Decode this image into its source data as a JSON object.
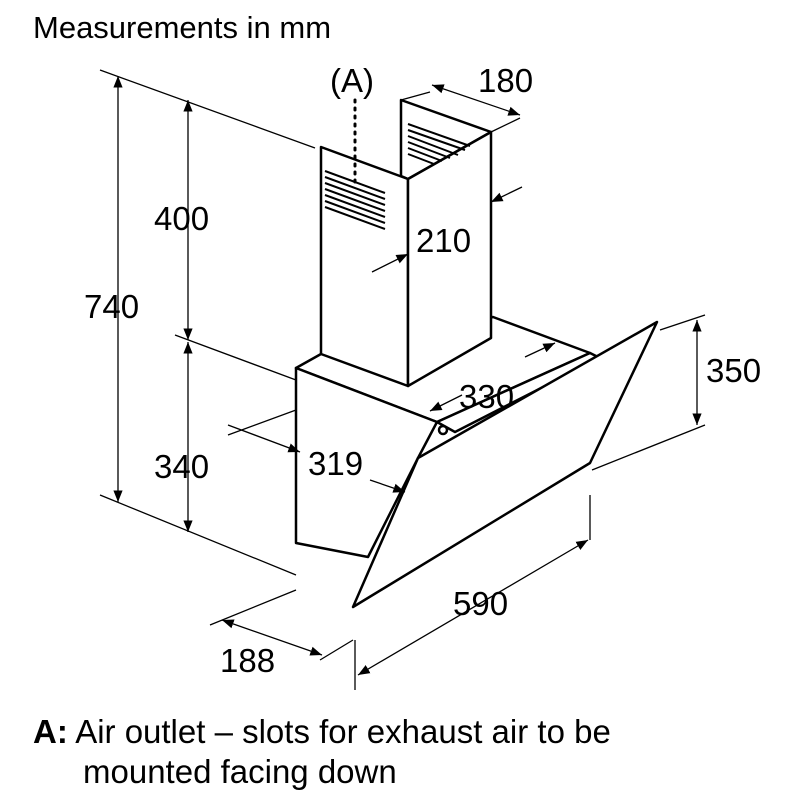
{
  "title": "Measurements in mm",
  "marker": "(A)",
  "dimensions": {
    "total_height": "740",
    "chimney_height": "400",
    "body_height": "340",
    "glass_height": "350",
    "chimney_width": "210",
    "chimney_depth": "180",
    "body_depth_top": "330",
    "body_depth": "319",
    "width": "590",
    "base_depth": "188"
  },
  "legend": {
    "key": "A:",
    "line1": "Air outlet – slots for exhaust air to be",
    "line2": "mounted facing down"
  }
}
